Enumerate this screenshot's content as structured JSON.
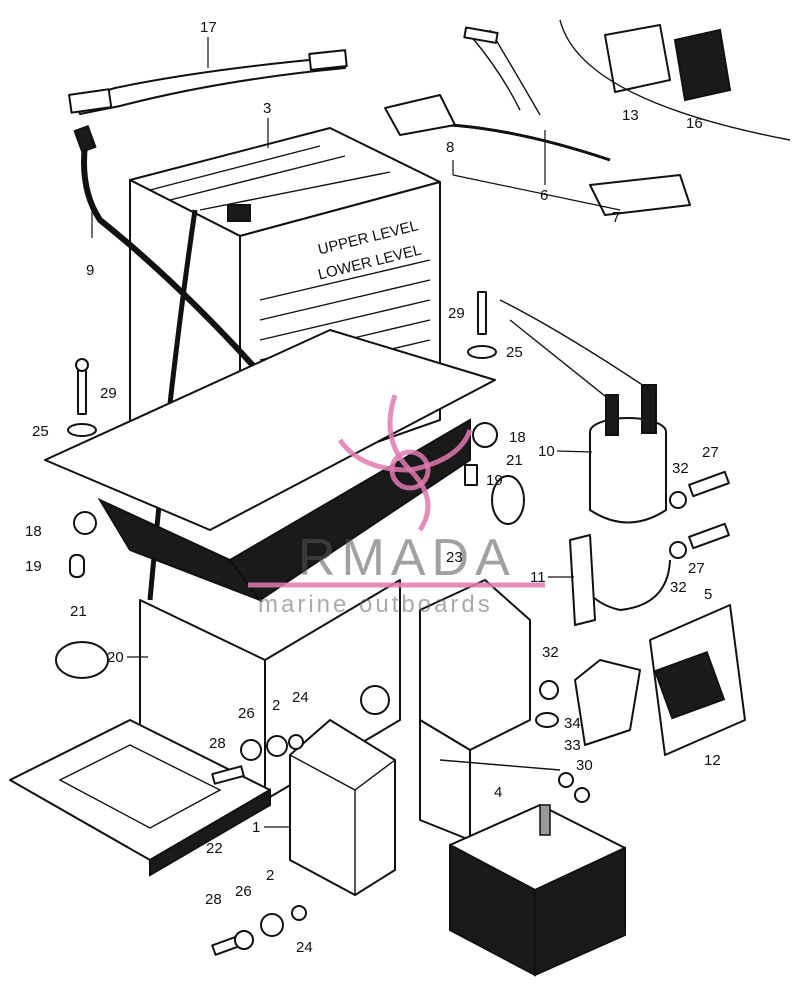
{
  "labels": {
    "l1": "1",
    "l2a": "2",
    "l2b": "2",
    "l3": "3",
    "l4": "4",
    "l5": "5",
    "l6": "6",
    "l7": "7",
    "l8": "8",
    "l9": "9",
    "l10": "10",
    "l11": "11",
    "l12": "12",
    "l13": "13",
    "l16": "16",
    "l17": "17",
    "l18a": "18",
    "l18b": "18",
    "l19a": "19",
    "l19b": "19",
    "l20": "20",
    "l21a": "21",
    "l21b": "21",
    "l22": "22",
    "l23": "23",
    "l24a": "24",
    "l24b": "24",
    "l25a": "25",
    "l25b": "25",
    "l26a": "26",
    "l26b": "26",
    "l27a": "27",
    "l27b": "27",
    "l28a": "28",
    "l28b": "28",
    "l29a": "29",
    "l29b": "29",
    "l30": "30",
    "l32a": "32",
    "l32b": "32",
    "l32c": "32",
    "l33": "33",
    "l34": "34"
  },
  "battery_text": {
    "upper_level": "UPPER LEVEL",
    "lower_level": "LOWER LEVEL"
  },
  "watermark": {
    "brand": "RMADA",
    "tagline": "marine outboards",
    "accent_color": "#e07ab0"
  }
}
